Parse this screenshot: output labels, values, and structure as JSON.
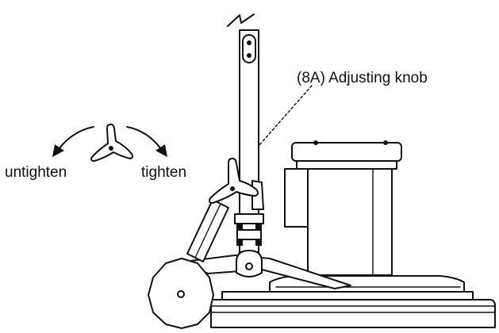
{
  "callout": {
    "text": "(8A) Adjusting knob"
  },
  "direction": {
    "left_label": "untighten",
    "right_label": "tighten"
  },
  "colors": {
    "line": "#111111",
    "background": "#ffffff"
  },
  "icons": {
    "knob": "three-lobed-knob-icon",
    "arrows": "curved-arrow-icon"
  }
}
